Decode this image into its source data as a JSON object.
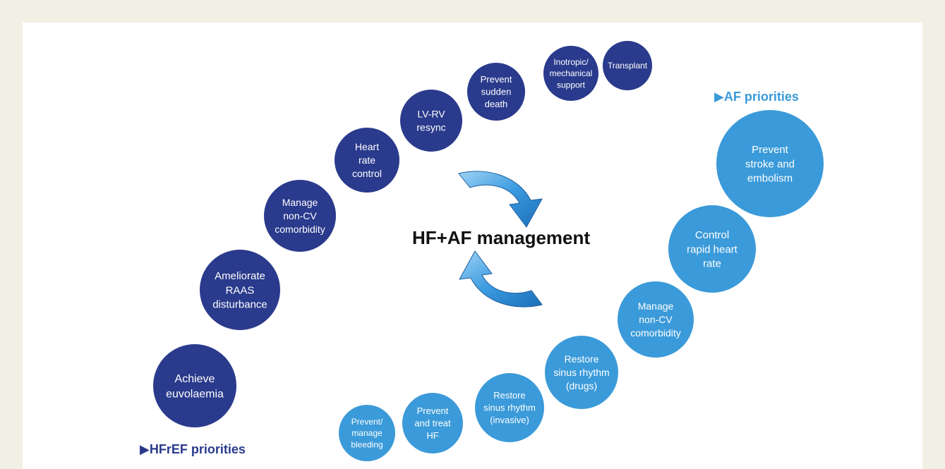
{
  "center_title": "HF+AF management",
  "hfref_heading": "▶HFrEF priorities",
  "af_heading": "▶AF priorities",
  "colors": {
    "hfref": "#2a3a8c",
    "af": "#3b9ad9",
    "af_heading": "#3b9ad9",
    "hfref_heading": "#2a3a8c",
    "background": "#f2f0e4",
    "arrow": "#2f8fd8"
  },
  "hfref_items": [
    {
      "lines": [
        "Achieve",
        "euvolaemia"
      ]
    },
    {
      "lines": [
        "Ameliorate",
        "RAAS",
        "disturbance"
      ]
    },
    {
      "lines": [
        "Manage",
        "non-CV",
        "comorbidity"
      ]
    },
    {
      "lines": [
        "Heart",
        "rate",
        "control"
      ]
    },
    {
      "lines": [
        "LV-RV",
        "resync"
      ]
    },
    {
      "lines": [
        "Prevent",
        "sudden",
        "death"
      ]
    },
    {
      "lines": [
        "Inotropic/",
        "mechanical",
        "support"
      ]
    },
    {
      "lines": [
        "Transplant"
      ]
    }
  ],
  "af_items": [
    {
      "lines": [
        "Prevent",
        "stroke and",
        "embolism"
      ]
    },
    {
      "lines": [
        "Control",
        "rapid heart",
        "rate"
      ]
    },
    {
      "lines": [
        "Manage",
        "non-CV",
        "comorbidity"
      ]
    },
    {
      "lines": [
        "Restore",
        "sinus rhythm",
        "(drugs)"
      ]
    },
    {
      "lines": [
        "Restore",
        "sinus rhythm",
        "(invasive)"
      ]
    },
    {
      "lines": [
        "Prevent",
        "and treat",
        "HF"
      ]
    },
    {
      "lines": [
        "Prevent/",
        "manage",
        "bleeding"
      ]
    }
  ]
}
